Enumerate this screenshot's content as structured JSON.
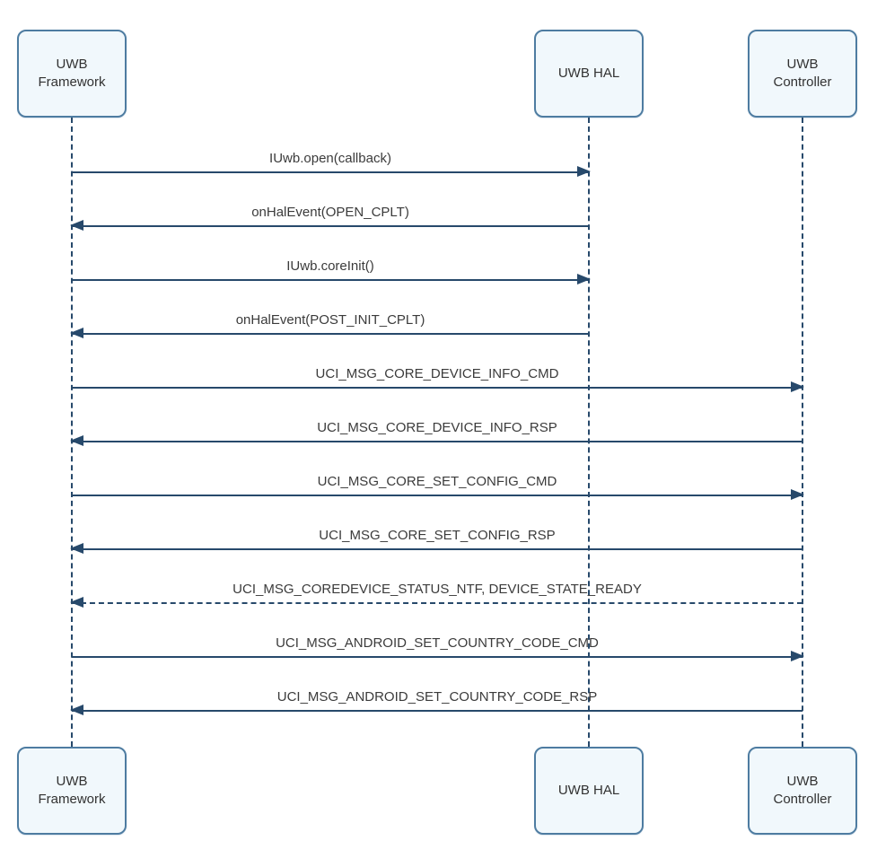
{
  "diagram": {
    "type": "uml-sequence-diagram",
    "participants": [
      {
        "id": "uwb-framework",
        "label": "UWB\nFramework"
      },
      {
        "id": "uwb-hal",
        "label": "UWB HAL"
      },
      {
        "id": "uwb-controller",
        "label": "UWB\nController"
      }
    ],
    "messages": [
      {
        "label": "IUwb.open(callback)",
        "from": "UWB Framework",
        "to": "UWB HAL",
        "line": "solid"
      },
      {
        "label": "onHalEvent(OPEN_CPLT)",
        "from": "UWB HAL",
        "to": "UWB Framework",
        "line": "solid"
      },
      {
        "label": "IUwb.coreInit()",
        "from": "UWB Framework",
        "to": "UWB HAL",
        "line": "solid"
      },
      {
        "label": "onHalEvent(POST_INIT_CPLT)",
        "from": "UWB HAL",
        "to": "UWB Framework",
        "line": "solid"
      },
      {
        "label": "UCI_MSG_CORE_DEVICE_INFO_CMD",
        "from": "UWB Framework",
        "to": "UWB Controller",
        "line": "solid"
      },
      {
        "label": "UCI_MSG_CORE_DEVICE_INFO_RSP",
        "from": "UWB Controller",
        "to": "UWB Framework",
        "line": "solid"
      },
      {
        "label": "UCI_MSG_CORE_SET_CONFIG_CMD",
        "from": "UWB Framework",
        "to": "UWB Controller",
        "line": "solid"
      },
      {
        "label": "UCI_MSG_CORE_SET_CONFIG_RSP",
        "from": "UWB Controller",
        "to": "UWB Framework",
        "line": "solid"
      },
      {
        "label": "UCI_MSG_COREDEVICE_STATUS_NTF, DEVICE_STATE_READY",
        "from": "UWB Controller",
        "to": "UWB Framework",
        "line": "dashed"
      },
      {
        "label": "UCI_MSG_ANDROID_SET_COUNTRY_CODE_CMD",
        "from": "UWB Framework",
        "to": "UWB Controller",
        "line": "solid"
      },
      {
        "label": "UCI_MSG_ANDROID_SET_COUNTRY_CODE_RSP",
        "from": "UWB Controller",
        "to": "UWB Framework",
        "line": "solid"
      }
    ],
    "colors": {
      "box_fill": "#f1f8fc",
      "box_border": "#4e7ca1",
      "line": "#27496b",
      "text": "#3b3b3b"
    }
  }
}
